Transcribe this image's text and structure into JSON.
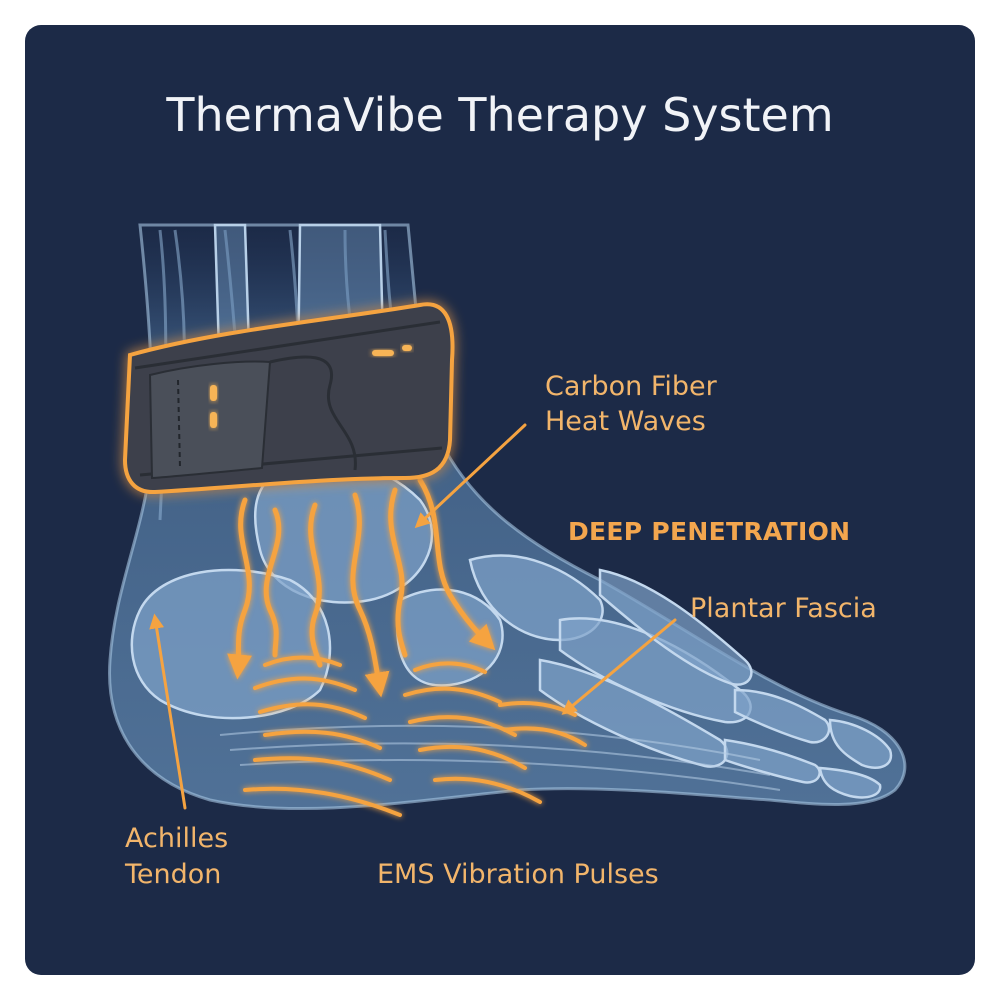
{
  "title": "ThermaVibe Therapy System",
  "labels": {
    "heat_line1": "Carbon Fiber",
    "heat_line2": "Heat Waves",
    "deep": "DEEP PENETRATION",
    "plantar": "Plantar Fascia",
    "achilles_line1": "Achilles",
    "achilles_line2": "Tendon",
    "ems": "EMS Vibration Pulses"
  },
  "colors": {
    "background": "#1c2a47",
    "accent": "#f5a341",
    "bone": "#8fb3d6",
    "title": "#f1f3f7"
  }
}
